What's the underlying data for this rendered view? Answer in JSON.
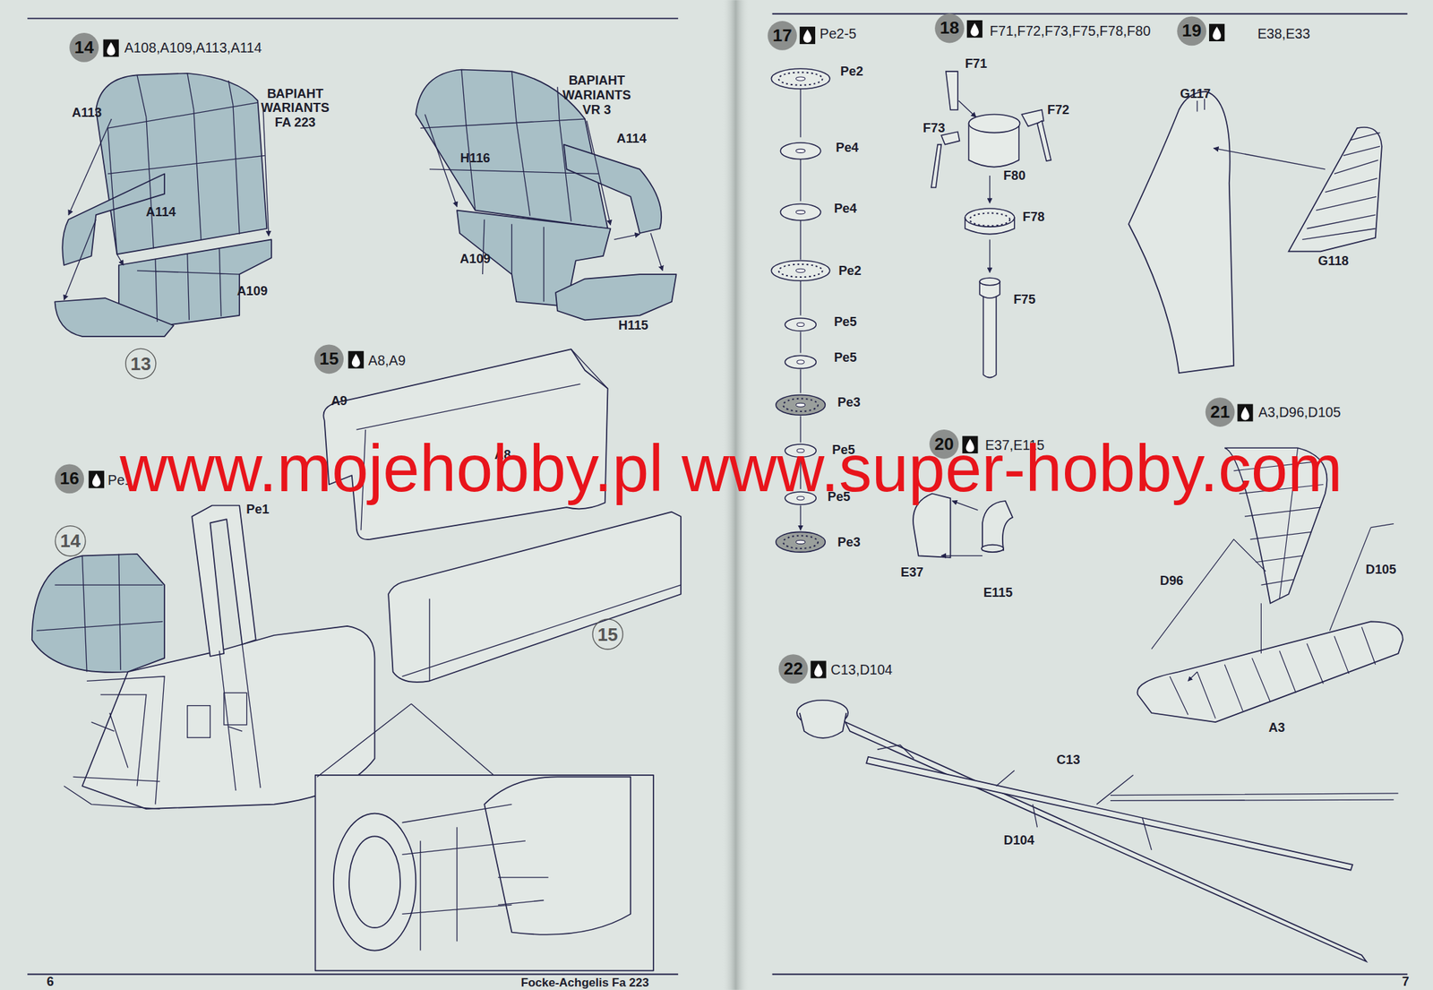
{
  "diagram": {
    "nodes": [
      {
        "text": [
          "14"
        ]
      },
      {
        "text": [
          "13"
        ]
      },
      {
        "text": [
          "15"
        ]
      },
      {
        "text": [
          "16"
        ]
      },
      {
        "text": [
          "14"
        ]
      },
      {
        "text": [
          "15"
        ]
      },
      {
        "text": [
          "17"
        ]
      },
      {
        "text": [
          "18"
        ]
      },
      {
        "text": [
          "19"
        ]
      },
      {
        "text": [
          "20"
        ]
      },
      {
        "text": [
          "21"
        ]
      },
      {
        "text": [
          "22"
        ]
      }
    ],
    "labels": [
      "A108,A109,A113,A114",
      "A113",
      "ВАРІАНТ WARIANTS FA 223",
      "ВАРІАНТ WARIANTS VR 3",
      "A114",
      "A109",
      "H116",
      "A114",
      "A109",
      "H115",
      "A8,A9",
      "A9",
      "A8",
      "Pe1",
      "Pe1",
      "6",
      "Focke-Achgelis Fa 223",
      "Pe2-5",
      "Pe2",
      "Pe4",
      "Pe4",
      "Pe2",
      "Pe5",
      "Pe5",
      "Pe3",
      "Pe5",
      "Pe5",
      "Pe3",
      "F71,F72,F73,F75,F78,F80",
      "F71",
      "F72",
      "F73",
      "F80",
      "F78",
      "F75",
      "E38,E33",
      "G117",
      "G118",
      "E37,E115",
      "E37",
      "E115",
      "A3,D96,D105",
      "D96",
      "D105",
      "A3",
      "C13,D104",
      "C13",
      "D104",
      "7",
      "www.mojehobby.pl www.super-hobby.com"
    ]
  }
}
